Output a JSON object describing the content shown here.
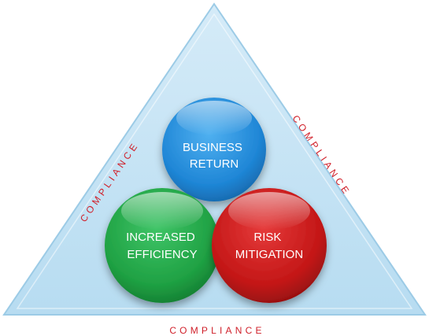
{
  "circles": [
    {
      "id": "business-return",
      "lines": [
        "BUSINESS",
        "RETURN"
      ],
      "color": "#1f86d6"
    },
    {
      "id": "increased-efficiency",
      "lines": [
        "INCREASED",
        "EFFICIENCY"
      ],
      "color": "#1fa143"
    },
    {
      "id": "risk-mitigation",
      "lines": [
        "RISK",
        "MITIGATION"
      ],
      "color": "#c41717"
    }
  ],
  "edges": {
    "left": "COMPLIANCE",
    "right": "COMPLIANCE",
    "bottom": "COMPLIANCE"
  },
  "colors": {
    "triangle_fill": "#bfe0f3",
    "triangle_stroke": "#9ccbe6",
    "edge_text": "#d0202a"
  }
}
